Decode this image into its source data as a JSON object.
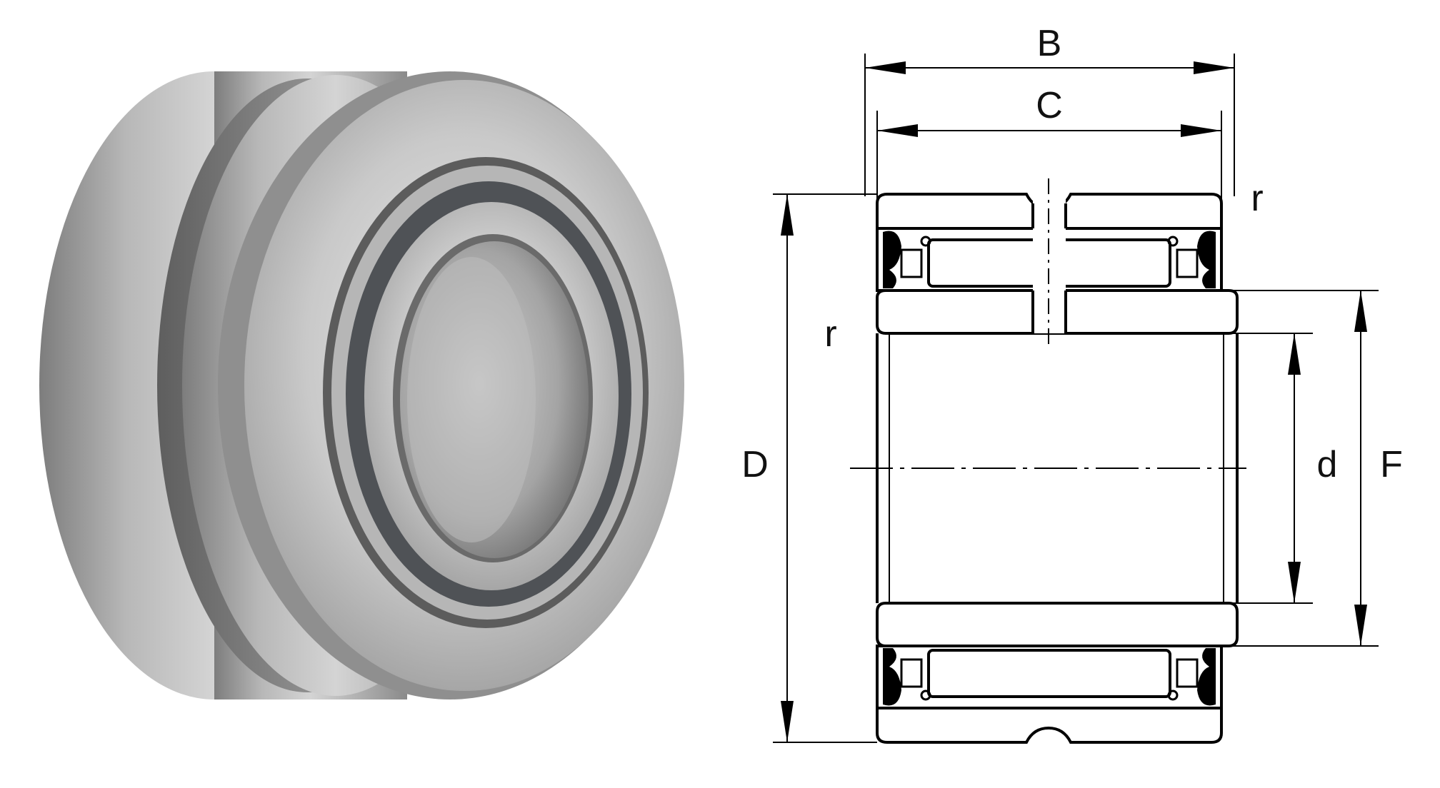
{
  "labels": {
    "B": "B",
    "C": "C",
    "r_top": "r",
    "r_left": "r",
    "D": "D",
    "d": "d",
    "F": "F"
  }
}
